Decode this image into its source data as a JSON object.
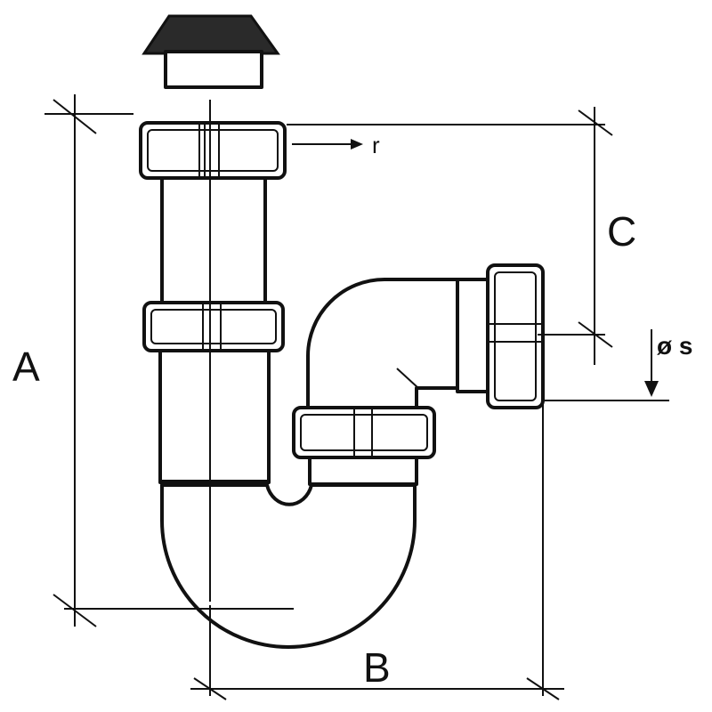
{
  "labels": {
    "height": "A",
    "width": "B",
    "outlet_height": "C",
    "outlet_diameter": "ø s",
    "inlet_note": "r"
  },
  "colors": {
    "line": "#111111",
    "cap": "#2a2a2a",
    "background": "#ffffff"
  }
}
